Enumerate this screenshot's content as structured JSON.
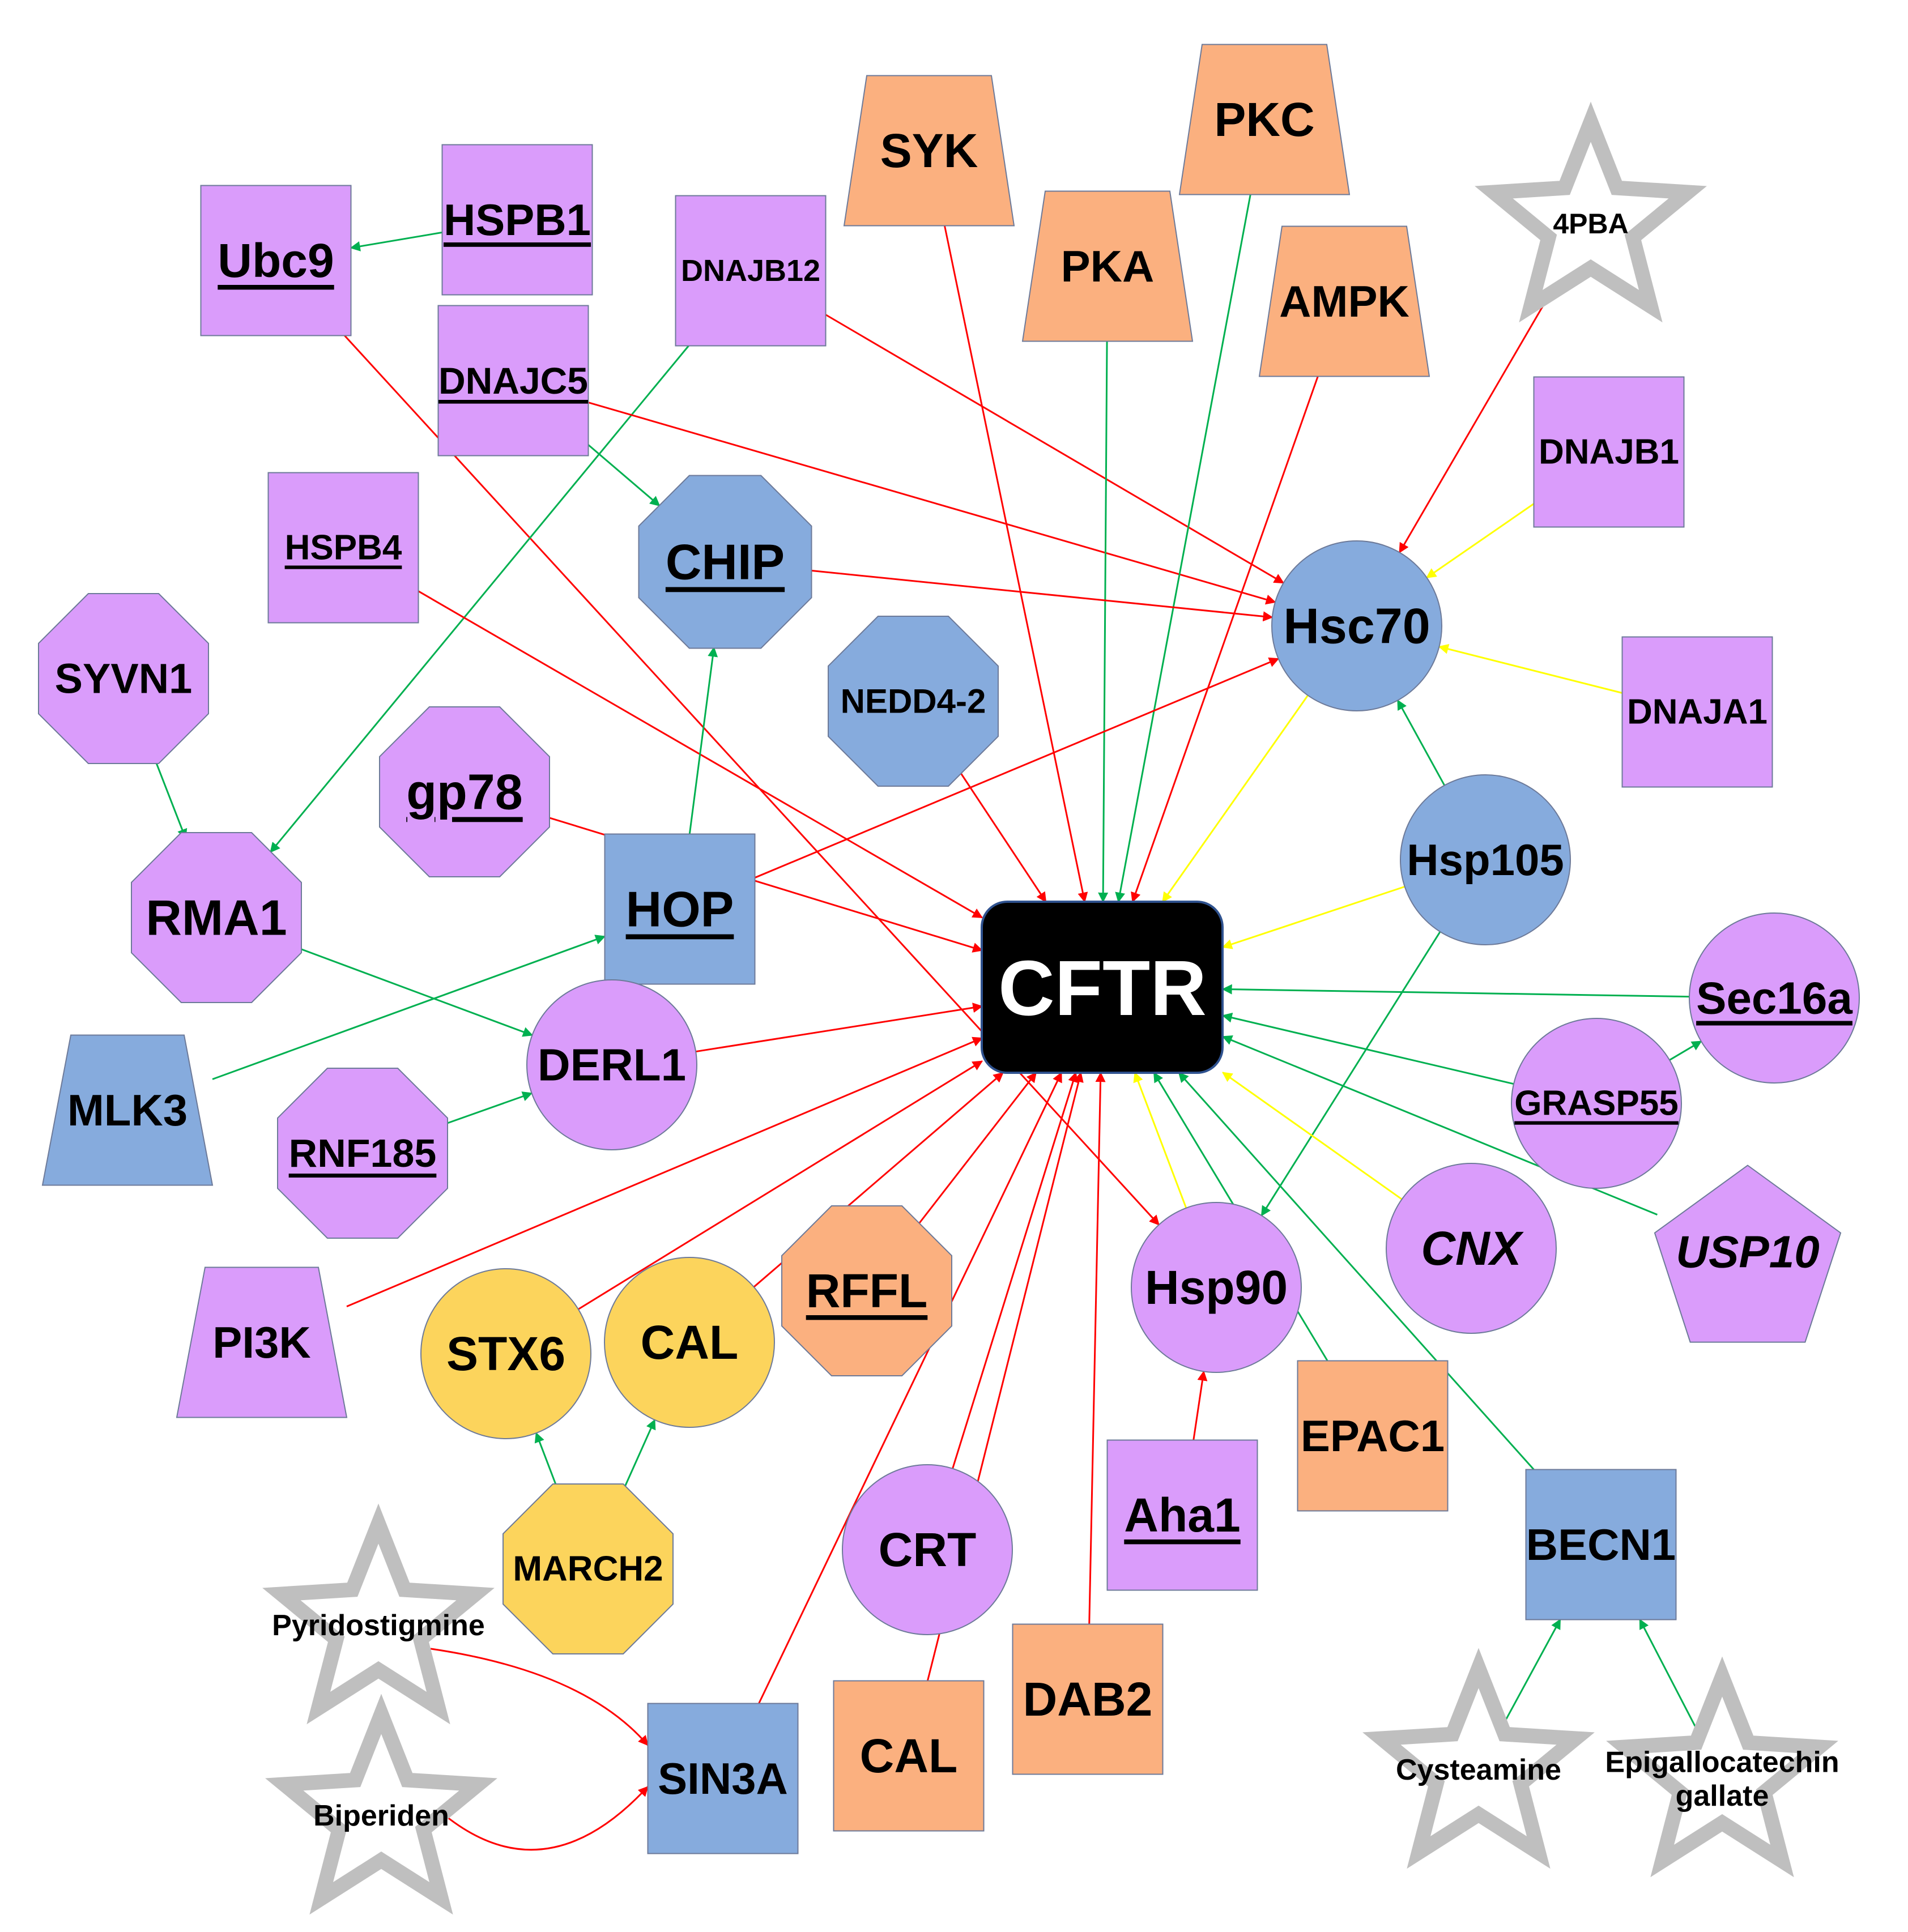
{
  "colors": {
    "purple": "#DA9CFB",
    "blue": "#86ABDD",
    "orange": "#FBB07F",
    "yellow": "#FCD45C",
    "gray_star": "#BFBFBF",
    "hub": "#000000",
    "edge_red": "#FF0000",
    "edge_green": "#00B050",
    "edge_yellow": "#FFFF00"
  },
  "hub": {
    "id": "CFTR",
    "label": "CFTR"
  },
  "nodes": [
    {
      "id": "HSPB1",
      "label": "HSPB1",
      "shape": "square",
      "color": "purple",
      "underline": true
    },
    {
      "id": "Ubc9",
      "label": "Ubc9",
      "shape": "square",
      "color": "purple",
      "underline": true
    },
    {
      "id": "DNAJB12",
      "label": "DNAJB12",
      "shape": "square",
      "color": "purple"
    },
    {
      "id": "DNAJC5",
      "label": "DNAJC5",
      "shape": "square",
      "color": "purple",
      "underline": true
    },
    {
      "id": "HSPB4",
      "label": "HSPB4",
      "shape": "square",
      "color": "purple",
      "underline": true
    },
    {
      "id": "SYK",
      "label": "SYK",
      "shape": "trapezoid",
      "color": "orange"
    },
    {
      "id": "PKC",
      "label": "PKC",
      "shape": "trapezoid",
      "color": "orange"
    },
    {
      "id": "PKA",
      "label": "PKA",
      "shape": "trapezoid",
      "color": "orange"
    },
    {
      "id": "AMPK",
      "label": "AMPK",
      "shape": "trapezoid",
      "color": "orange"
    },
    {
      "id": "4PBA",
      "label": "4PBA",
      "shape": "star",
      "color": "gray_star"
    },
    {
      "id": "DNAJB1",
      "label": "DNAJB1",
      "shape": "square",
      "color": "purple"
    },
    {
      "id": "DNAJA1",
      "label": "DNAJA1",
      "shape": "square",
      "color": "purple"
    },
    {
      "id": "Hsc70",
      "label": "Hsc70",
      "shape": "circle",
      "color": "blue"
    },
    {
      "id": "CHIP",
      "label": "CHIP",
      "shape": "octagon",
      "color": "blue",
      "underline": true
    },
    {
      "id": "NEDD4-2",
      "label": "NEDD4-2",
      "shape": "octagon",
      "color": "blue"
    },
    {
      "id": "SYVN1",
      "label": "SYVN1",
      "shape": "octagon",
      "color": "purple"
    },
    {
      "id": "gp78",
      "label": "gp78",
      "shape": "octagon",
      "color": "purple",
      "underline": true
    },
    {
      "id": "RMA1",
      "label": "RMA1",
      "shape": "octagon",
      "color": "purple"
    },
    {
      "id": "HOP",
      "label": "HOP",
      "shape": "square",
      "color": "blue",
      "underline": true
    },
    {
      "id": "Hsp105",
      "label": "Hsp105",
      "shape": "circle",
      "color": "blue"
    },
    {
      "id": "Sec16a",
      "label": "Sec16a",
      "shape": "circle",
      "color": "purple",
      "underline": true
    },
    {
      "id": "DERL1",
      "label": "DERL1",
      "shape": "circle",
      "color": "purple"
    },
    {
      "id": "MLK3",
      "label": "MLK3",
      "shape": "trapezoid",
      "color": "blue"
    },
    {
      "id": "RNF185",
      "label": "RNF185",
      "shape": "octagon",
      "color": "purple",
      "underline": true
    },
    {
      "id": "GRASP55",
      "label": "GRASP55",
      "shape": "circle",
      "color": "purple",
      "underline": true
    },
    {
      "id": "CNX",
      "label": "CNX",
      "shape": "circle",
      "color": "purple",
      "italic": true
    },
    {
      "id": "USP10",
      "label": "USP10",
      "shape": "pentagon",
      "color": "purple",
      "italic": true
    },
    {
      "id": "RFFL",
      "label": "RFFL",
      "shape": "octagon",
      "color": "orange",
      "underline": true
    },
    {
      "id": "Hsp90",
      "label": "Hsp90",
      "shape": "circle",
      "color": "purple"
    },
    {
      "id": "PI3K",
      "label": "PI3K",
      "shape": "trapezoid",
      "color": "purple"
    },
    {
      "id": "STX6",
      "label": "STX6",
      "shape": "circle",
      "color": "yellow"
    },
    {
      "id": "CAL_y",
      "label": "CAL",
      "shape": "circle",
      "color": "yellow"
    },
    {
      "id": "EPAC1",
      "label": "EPAC1",
      "shape": "square",
      "color": "orange"
    },
    {
      "id": "Aha1",
      "label": "Aha1",
      "shape": "square",
      "color": "purple",
      "underline": true
    },
    {
      "id": "BECN1",
      "label": "BECN1",
      "shape": "square",
      "color": "blue"
    },
    {
      "id": "MARCH2",
      "label": "MARCH2",
      "shape": "octagon",
      "color": "yellow"
    },
    {
      "id": "CRT",
      "label": "CRT",
      "shape": "circle",
      "color": "purple"
    },
    {
      "id": "Pyridostigmine",
      "label": "Pyridostigmine",
      "shape": "star",
      "color": "gray_star"
    },
    {
      "id": "DAB2",
      "label": "DAB2",
      "shape": "square",
      "color": "orange"
    },
    {
      "id": "CAL_o",
      "label": "CAL",
      "shape": "square",
      "color": "orange"
    },
    {
      "id": "SIN3A",
      "label": "SIN3A",
      "shape": "square",
      "color": "blue"
    },
    {
      "id": "Biperiden",
      "label": "Biperiden",
      "shape": "star",
      "color": "gray_star"
    },
    {
      "id": "Cysteamine",
      "label": "Cysteamine",
      "shape": "star",
      "color": "gray_star"
    },
    {
      "id": "EGCG",
      "label": "Epigallocatechin gallate",
      "label_lines": [
        "Epigallocatechin",
        "gallate"
      ],
      "shape": "star",
      "color": "gray_star"
    }
  ],
  "edges": [
    {
      "from": "HSPB1",
      "to": "Ubc9",
      "color": "edge_green"
    },
    {
      "from": "Ubc9",
      "to": "Hsp90",
      "color": "edge_red"
    },
    {
      "from": "DNAJB12",
      "to": "Hsc70",
      "color": "edge_red"
    },
    {
      "from": "DNAJB12",
      "to": "RMA1",
      "color": "edge_green"
    },
    {
      "from": "DNAJC5",
      "to": "Hsc70",
      "color": "edge_red"
    },
    {
      "from": "DNAJC5",
      "to": "CHIP",
      "color": "edge_green"
    },
    {
      "from": "HSPB4",
      "to": "CFTR",
      "color": "edge_red"
    },
    {
      "from": "SYK",
      "to": "CFTR",
      "color": "edge_red"
    },
    {
      "from": "PKC",
      "to": "CFTR",
      "color": "edge_green"
    },
    {
      "from": "PKA",
      "to": "CFTR",
      "color": "edge_green"
    },
    {
      "from": "AMPK",
      "to": "CFTR",
      "color": "edge_red"
    },
    {
      "from": "4PBA",
      "to": "Hsc70",
      "color": "edge_red"
    },
    {
      "from": "DNAJB1",
      "to": "Hsc70",
      "color": "edge_yellow"
    },
    {
      "from": "DNAJA1",
      "to": "Hsc70",
      "color": "edge_yellow"
    },
    {
      "from": "Hsc70",
      "to": "CFTR",
      "color": "edge_yellow"
    },
    {
      "from": "CHIP",
      "to": "Hsc70",
      "color": "edge_red"
    },
    {
      "from": "NEDD4-2",
      "to": "CFTR",
      "color": "edge_red"
    },
    {
      "from": "SYVN1",
      "to": "RMA1",
      "color": "edge_green"
    },
    {
      "from": "gp78",
      "to": "CFTR",
      "color": "edge_red"
    },
    {
      "from": "RMA1",
      "to": "DERL1",
      "color": "edge_green"
    },
    {
      "from": "HOP",
      "to": "CHIP",
      "color": "edge_green"
    },
    {
      "from": "HOP",
      "to": "Hsc70",
      "color": "edge_red"
    },
    {
      "from": "MLK3",
      "to": "HOP",
      "color": "edge_green"
    },
    {
      "from": "Hsp105",
      "to": "Hsc70",
      "color": "edge_green"
    },
    {
      "from": "Hsp105",
      "to": "CFTR",
      "color": "edge_yellow"
    },
    {
      "from": "Hsp105",
      "to": "Hsp90",
      "color": "edge_green"
    },
    {
      "from": "Sec16a",
      "to": "CFTR",
      "color": "edge_green"
    },
    {
      "from": "GRASP55",
      "to": "Sec16a",
      "color": "edge_green"
    },
    {
      "from": "GRASP55",
      "to": "CFTR",
      "color": "edge_green"
    },
    {
      "from": "DERL1",
      "to": "CFTR",
      "color": "edge_red"
    },
    {
      "from": "RNF185",
      "to": "DERL1",
      "color": "edge_green"
    },
    {
      "from": "CNX",
      "to": "CFTR",
      "color": "edge_yellow"
    },
    {
      "from": "USP10",
      "to": "CFTR",
      "color": "edge_green"
    },
    {
      "from": "RFFL",
      "to": "CFTR",
      "color": "edge_red"
    },
    {
      "from": "Hsp90",
      "to": "CFTR",
      "color": "edge_yellow"
    },
    {
      "from": "PI3K",
      "to": "CFTR",
      "color": "edge_red"
    },
    {
      "from": "STX6",
      "to": "CFTR",
      "color": "edge_red"
    },
    {
      "from": "CAL_y",
      "to": "CFTR",
      "color": "edge_red"
    },
    {
      "from": "EPAC1",
      "to": "CFTR",
      "color": "edge_green"
    },
    {
      "from": "Aha1",
      "to": "Hsp90",
      "color": "edge_red"
    },
    {
      "from": "BECN1",
      "to": "CFTR",
      "color": "edge_green"
    },
    {
      "from": "MARCH2",
      "to": "STX6",
      "color": "edge_green"
    },
    {
      "from": "MARCH2",
      "to": "CAL_y",
      "color": "edge_green"
    },
    {
      "from": "CRT",
      "to": "CFTR",
      "color": "edge_red"
    },
    {
      "from": "DAB2",
      "to": "CFTR",
      "color": "edge_red"
    },
    {
      "from": "CAL_o",
      "to": "CFTR",
      "color": "edge_red"
    },
    {
      "from": "SIN3A",
      "to": "CFTR",
      "color": "edge_red"
    },
    {
      "from": "Pyridostigmine",
      "to": "SIN3A",
      "color": "edge_red",
      "curve": true
    },
    {
      "from": "Biperiden",
      "to": "SIN3A",
      "color": "edge_red",
      "curve": true
    },
    {
      "from": "Cysteamine",
      "to": "BECN1",
      "color": "edge_green"
    },
    {
      "from": "EGCG",
      "to": "BECN1",
      "color": "edge_green"
    }
  ]
}
